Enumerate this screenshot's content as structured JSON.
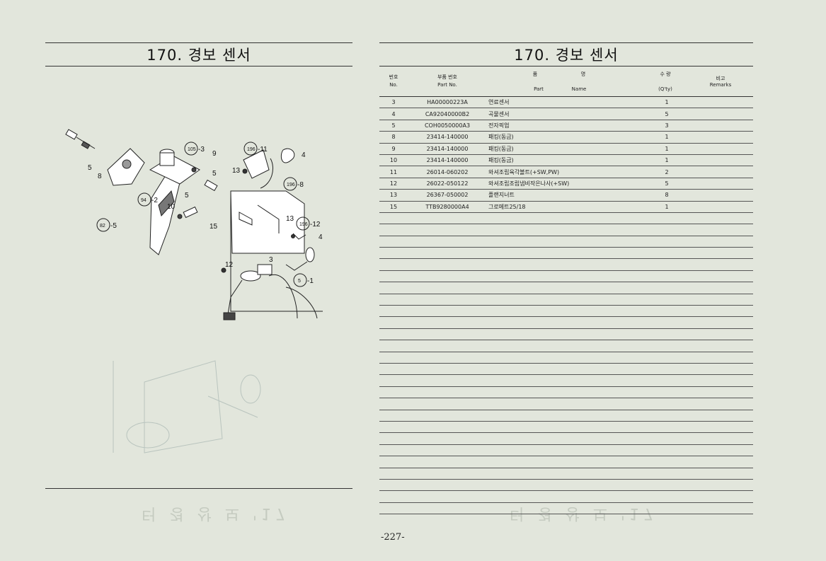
{
  "left_page": {
    "title": "170. 경보 센서",
    "callouts": [
      {
        "circle": "105",
        "suffix": "-3"
      },
      {
        "circle": "196",
        "suffix": "-11"
      },
      {
        "circle": "196",
        "suffix": "-8"
      },
      {
        "circle": "94",
        "suffix": "-2"
      },
      {
        "circle": "82",
        "suffix": "-5"
      },
      {
        "circle": "196",
        "suffix": "-12"
      },
      {
        "circle": "5",
        "suffix": "-1"
      }
    ],
    "plain_labels": [
      "4",
      "5",
      "8",
      "9",
      "5",
      "13",
      "10",
      "5",
      "15",
      "13",
      "4",
      "3",
      "12"
    ]
  },
  "right_page": {
    "title": "170. 경보 센서",
    "header": {
      "no_ko": "번호",
      "no_en": "No.",
      "part_ko": "부품 번호",
      "part_en": "Part  No.",
      "name_ko_1": "품",
      "name_ko_2": "명",
      "name_part": "Part",
      "name_name": "Name",
      "qty_ko": "수  량",
      "qty_en": "(Q'ty)",
      "rem_ko": "비고",
      "rem_en": "Remarks"
    },
    "rows": [
      {
        "no": "3",
        "part": "HA00000223A",
        "name": "연료센서",
        "qty": "1"
      },
      {
        "no": "4",
        "part": "CA92040000B2",
        "name": "곡물센서",
        "qty": "5"
      },
      {
        "no": "5",
        "part": "COH0050000A3",
        "name": "전자픽업",
        "qty": "3"
      },
      {
        "no": "8",
        "part": "23414-140000",
        "name": "패킹(동금)",
        "qty": "1"
      },
      {
        "no": "9",
        "part": "23414-140000",
        "name": "패킹(동금)",
        "qty": "1"
      },
      {
        "no": "10",
        "part": "23414-140000",
        "name": "패킹(동금)",
        "qty": "1"
      },
      {
        "no": "11",
        "part": "26014-060202",
        "name": "와셔조립육각볼트(+SW,PW)",
        "qty": "2"
      },
      {
        "no": "12",
        "part": "26022-050122",
        "name": "와셔조립조립냄비작은나사(+SW)",
        "qty": "5"
      },
      {
        "no": "13",
        "part": "26367-050002",
        "name": "플랜지너트",
        "qty": "8"
      },
      {
        "no": "15",
        "part": "TTB9280000A4",
        "name": "그로메트25/18",
        "qty": "1"
      }
    ]
  },
  "page_number": "-227-"
}
